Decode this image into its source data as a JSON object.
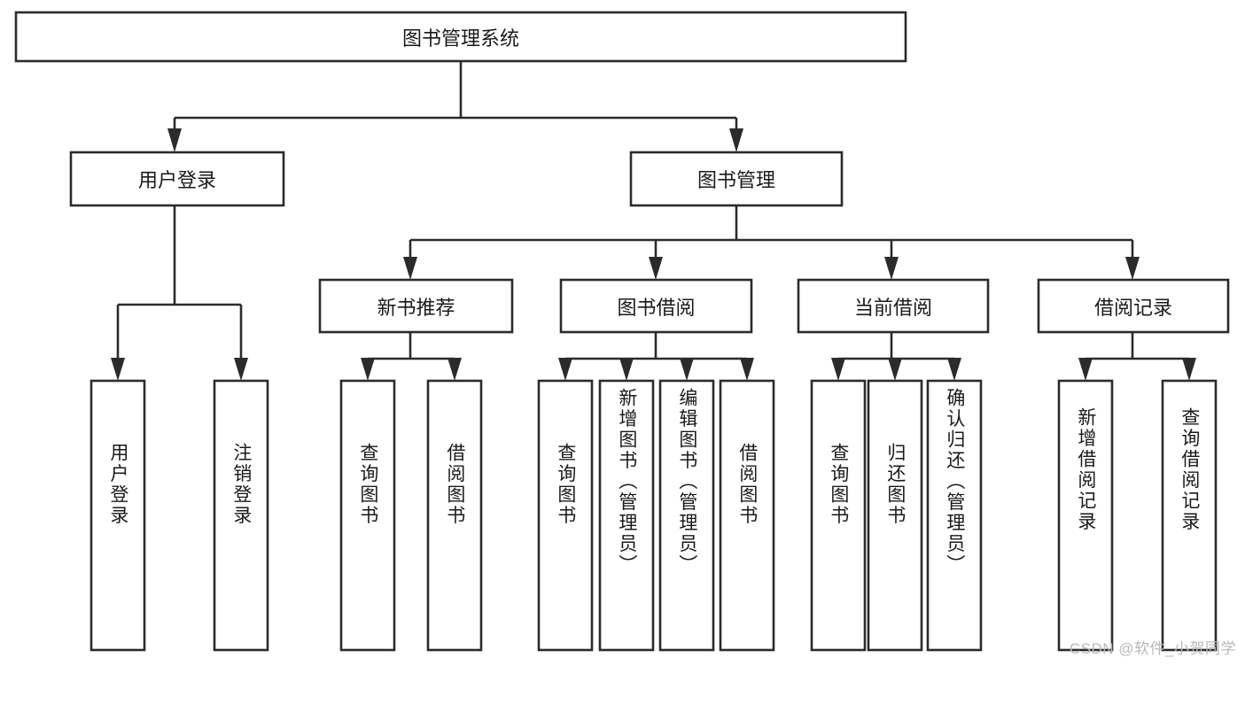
{
  "diagram": {
    "type": "tree-hierarchy",
    "title": "图书管理系统",
    "orientation": "top-down",
    "root": {
      "id": "root",
      "label": "图书管理系统",
      "text_direction": "horizontal"
    },
    "level2": [
      {
        "id": "user-login",
        "label": "用户登录",
        "text_direction": "horizontal"
      },
      {
        "id": "book-manage",
        "label": "图书管理",
        "text_direction": "horizontal"
      }
    ],
    "level3": [
      {
        "id": "new-book-rec",
        "label": "新书推荐",
        "text_direction": "horizontal",
        "parent": "book-manage"
      },
      {
        "id": "book-borrow",
        "label": "图书借阅",
        "text_direction": "horizontal",
        "parent": "book-manage"
      },
      {
        "id": "current-borrow",
        "label": "当前借阅",
        "text_direction": "horizontal",
        "parent": "book-manage"
      },
      {
        "id": "borrow-record",
        "label": "借阅记录",
        "text_direction": "horizontal",
        "parent": "book-manage"
      }
    ],
    "leaves": [
      {
        "id": "leaf-user-login",
        "label": "用户登录",
        "parent": "user-login",
        "text_direction": "vertical"
      },
      {
        "id": "leaf-logout",
        "label": "注销登录",
        "parent": "user-login",
        "text_direction": "vertical"
      },
      {
        "id": "leaf-query-book-1",
        "label": "查询图书",
        "parent": "new-book-rec",
        "text_direction": "vertical"
      },
      {
        "id": "leaf-borrow-book-1",
        "label": "借阅图书",
        "parent": "new-book-rec",
        "text_direction": "vertical"
      },
      {
        "id": "leaf-query-book-2",
        "label": "查询图书",
        "parent": "book-borrow",
        "text_direction": "vertical"
      },
      {
        "id": "leaf-add-book",
        "label": "新增图书（管理员）",
        "parent": "book-borrow",
        "text_direction": "vertical"
      },
      {
        "id": "leaf-edit-book",
        "label": "编辑图书（管理员）",
        "parent": "book-borrow",
        "text_direction": "vertical"
      },
      {
        "id": "leaf-borrow-book-2",
        "label": "借阅图书",
        "parent": "book-borrow",
        "text_direction": "vertical"
      },
      {
        "id": "leaf-query-book-3",
        "label": "查询图书",
        "parent": "current-borrow",
        "text_direction": "vertical"
      },
      {
        "id": "leaf-return-book",
        "label": "归还图书",
        "parent": "current-borrow",
        "text_direction": "vertical"
      },
      {
        "id": "leaf-confirm-return",
        "label": "确认归还（管理员）",
        "parent": "current-borrow",
        "text_direction": "vertical"
      },
      {
        "id": "leaf-add-record",
        "label": "新增借阅记录",
        "parent": "borrow-record",
        "text_direction": "vertical"
      },
      {
        "id": "leaf-query-record",
        "label": "查询借阅记录",
        "parent": "borrow-record",
        "text_direction": "vertical"
      }
    ],
    "colors": {
      "stroke": "#2b2b2b",
      "fill": "#ffffff",
      "text": "#1a1a1a",
      "watermark": "#b9b9b9"
    }
  },
  "watermark": {
    "text": "CSDN @软件_小贺同学"
  }
}
